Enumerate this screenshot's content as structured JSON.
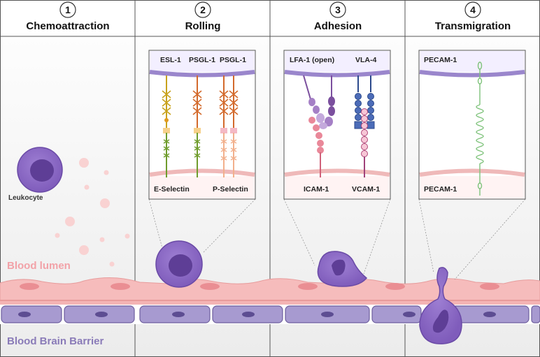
{
  "stages": [
    {
      "number": "1",
      "title": "Chemoattraction"
    },
    {
      "number": "2",
      "title": "Rolling"
    },
    {
      "number": "3",
      "title": "Adhesion"
    },
    {
      "number": "4",
      "title": "Transmigration"
    }
  ],
  "leukocyte_label": "Leukocyte",
  "rolling": {
    "top_labels": [
      "ESL-1",
      "PSGL-1",
      "PSGL-1"
    ],
    "bottom_labels": [
      "E-Selectin",
      "P-Selectin"
    ]
  },
  "adhesion": {
    "top_labels": [
      "LFA-1 (open)",
      "VLA-4"
    ],
    "bottom_labels": [
      "ICAM-1",
      "VCAM-1"
    ]
  },
  "transmigration": {
    "top_label": "PECAM-1",
    "bottom_label": "PECAM-1"
  },
  "blood_lumen_label": "Blood lumen",
  "bbb_label": "Blood Brain Barrier",
  "colors": {
    "leukocyte": "#8e6cc4",
    "leukocyte_nucleus": "#5e3e96",
    "endothelium": "#f4b4b4",
    "astrocyte_layer": "#a79ad0",
    "membrane_top": "#b7a6da",
    "membrane_bottom": "#f0c2c2"
  }
}
